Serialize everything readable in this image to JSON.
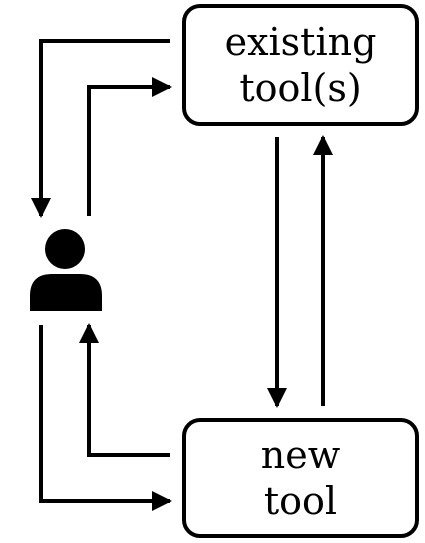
{
  "nodes": {
    "existing_tools": {
      "line1": "existing",
      "line2": "tool(s)"
    },
    "new_tool": {
      "line1": "new",
      "line2": "tool"
    },
    "user": {
      "icon": "user-icon"
    }
  },
  "edges": [
    {
      "from": "existing_tools",
      "to": "user"
    },
    {
      "from": "user",
      "to": "existing_tools"
    },
    {
      "from": "existing_tools",
      "to": "new_tool"
    },
    {
      "from": "new_tool",
      "to": "existing_tools"
    },
    {
      "from": "new_tool",
      "to": "user"
    },
    {
      "from": "user",
      "to": "new_tool"
    }
  ],
  "colors": {
    "stroke": "#000000",
    "fill": "#ffffff"
  }
}
